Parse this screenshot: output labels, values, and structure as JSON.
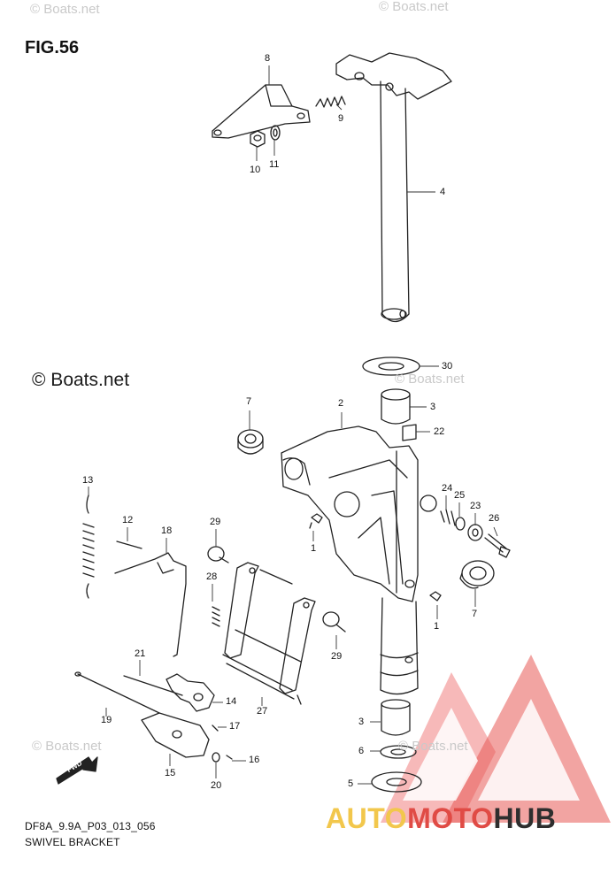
{
  "figure": {
    "title": "FIG.56",
    "code": "DF8A_9.9A_P03_013_056",
    "name": "SWIVEL BRACKET"
  },
  "watermarks": {
    "small": "© Boats.net",
    "large": "© Boats.net"
  },
  "brand": {
    "part1": "AUTO",
    "part2": "MOTO",
    "part3": "HUB",
    "colors": {
      "yellow": "#f2c74c",
      "red": "#e04b45",
      "dark": "#2e2e2e"
    }
  },
  "forward_marker": "FWD",
  "callouts": {
    "c8": "8",
    "c9": "9",
    "c10": "10",
    "c11": "11",
    "c4": "4",
    "c30": "30",
    "c3a": "3",
    "c22": "22",
    "c7a": "7",
    "c2": "2",
    "c13": "13",
    "c12": "12",
    "c18": "18",
    "c29a": "29",
    "c24": "24",
    "c25": "25",
    "c23": "23",
    "c26": "26",
    "c1a": "1",
    "c28": "28",
    "c7b": "7",
    "c1b": "1",
    "c29b": "29",
    "c21": "21",
    "c14": "14",
    "c19": "19",
    "c17": "17",
    "c27": "27",
    "c3b": "3",
    "c6": "6",
    "c16": "16",
    "c15": "15",
    "c20": "20",
    "c5": "5"
  }
}
